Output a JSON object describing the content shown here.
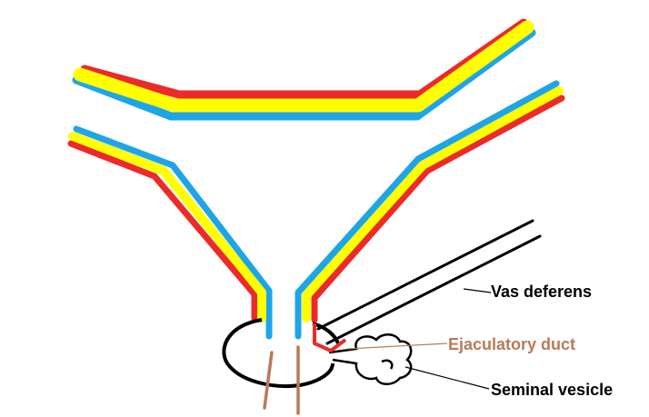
{
  "labels": {
    "vas_deferens": "Vas deferens",
    "ejaculatory_duct": "Ejaculatory duct",
    "seminal_vesicle": "Seminal vesicle"
  },
  "colors": {
    "background": "#ffffff",
    "band_red": "#ec2a2a",
    "band_yellow": "#ffff00",
    "band_blue": "#1ea5e8",
    "outline": "#000000",
    "duct_brown": "#b97a57",
    "label_dark": "#000000",
    "label_brown": "#b97a57"
  }
}
